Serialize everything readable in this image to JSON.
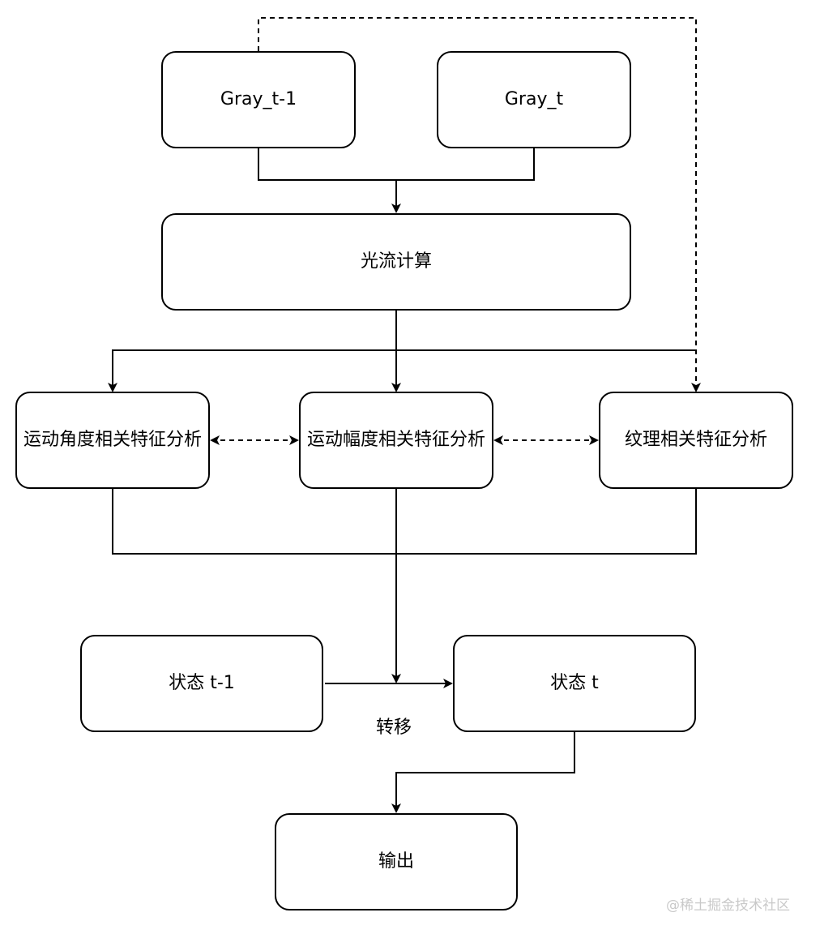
{
  "nodes": {
    "gray_prev": "Gray_t-1",
    "gray_curr": "Gray_t",
    "optical_flow": "光流计算",
    "angle_features": "运动角度相关特征分析",
    "magnitude_features": "运动幅度相关特征分析",
    "texture_features": "纹理相关特征分析",
    "state_prev": "状态 t-1",
    "state_curr": "状态 t",
    "output": "输出"
  },
  "edge_labels": {
    "transition": "转移"
  },
  "watermark": "@稀土掘金技术社区"
}
